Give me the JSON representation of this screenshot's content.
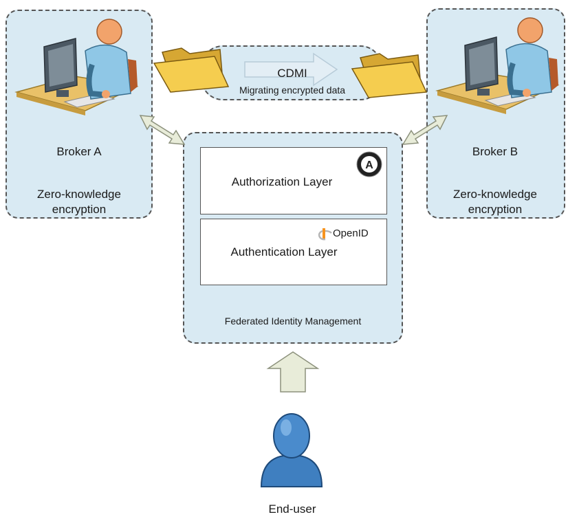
{
  "broker_a": {
    "name": "Broker A",
    "feature_line1": "Zero-knowledge",
    "feature_line2": "encryption"
  },
  "broker_b": {
    "name": "Broker B",
    "feature_line1": "Zero-knowledge",
    "feature_line2": "encryption"
  },
  "migration": {
    "protocol": "CDMI",
    "description": "Migrating encrypted data"
  },
  "identity": {
    "title": "Federated Identity Management",
    "authorization_layer": "Authorization Layer",
    "authentication_layer": "Authentication Layer",
    "openid_logo": "OpenID",
    "oauth_logo_letter": "A"
  },
  "end_user": {
    "label": "End-user"
  },
  "icons": {
    "broker_a": "person-at-computer-icon",
    "broker_b": "person-at-computer-icon",
    "folder_left": "folder-icon",
    "folder_right": "folder-icon",
    "end_user": "user-icon",
    "oauth": "oauth-logo-icon",
    "openid": "openid-logo-icon"
  },
  "colors": {
    "panel_fill": "#d9eaf3",
    "arrow_fill": "#e8ecd9",
    "folder_fill": "#f2c94c",
    "user_blue": "#3f7fc0"
  }
}
